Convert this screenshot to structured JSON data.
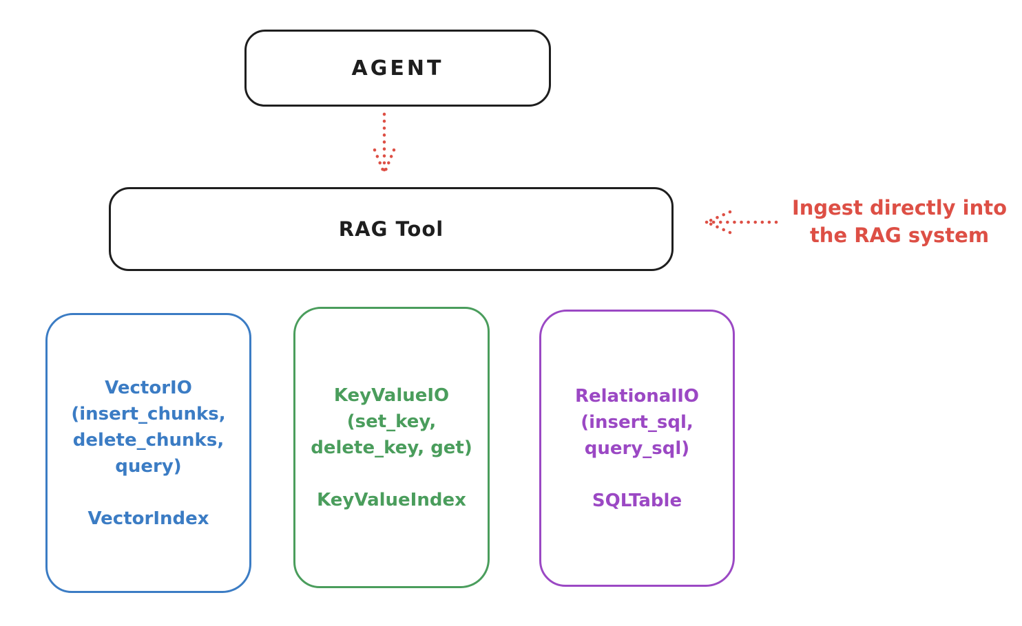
{
  "colors": {
    "ink": "#1e1e1e",
    "red": "#dd4f45",
    "blue": "#3b7cc4",
    "green": "#4a9d5c",
    "purple": "#9b48c4",
    "background": "#ffffff"
  },
  "agent": {
    "label": "AGENT"
  },
  "rag_tool": {
    "label": "RAG Tool"
  },
  "annotation": {
    "line1": "Ingest directly into",
    "line2": "the RAG system"
  },
  "stores": [
    {
      "id": "vector-io",
      "color": "#3b7cc4",
      "lines": [
        "VectorIO",
        "(insert_chunks,",
        "delete_chunks,",
        "query)"
      ],
      "index": "VectorIndex"
    },
    {
      "id": "keyvalue-io",
      "color": "#4a9d5c",
      "lines": [
        "KeyValueIO",
        "(set_key,",
        "delete_key, get)"
      ],
      "index": "KeyValueIndex"
    },
    {
      "id": "relational-io",
      "color": "#9b48c4",
      "lines": [
        "RelationalIO",
        "(insert_sql,",
        "query_sql)"
      ],
      "index": "SQLTable"
    }
  ]
}
